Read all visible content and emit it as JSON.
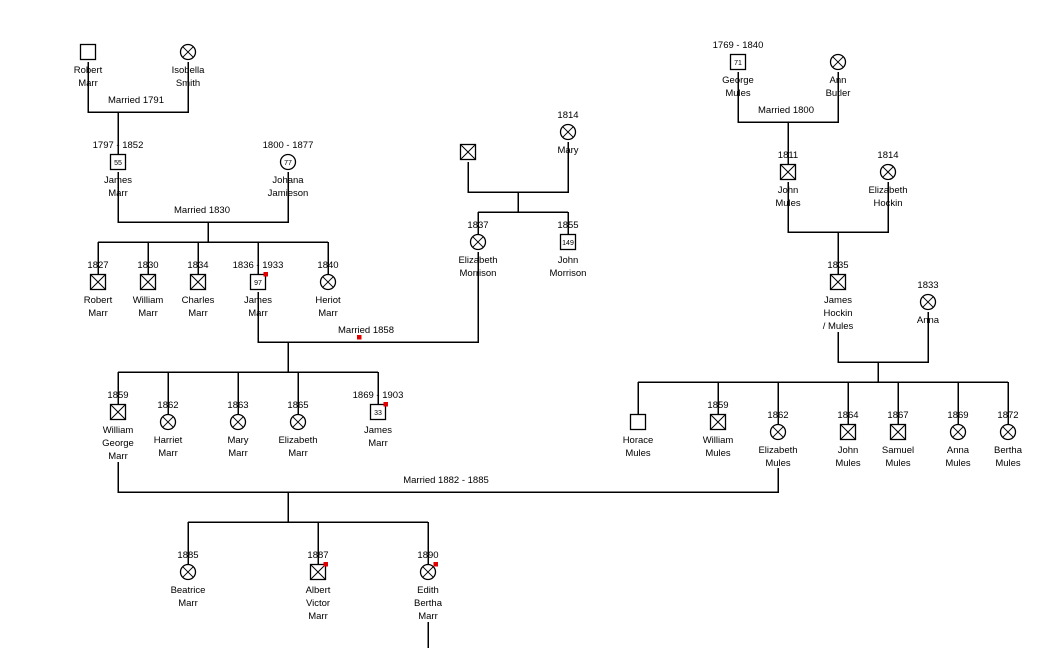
{
  "people": [
    {
      "key": "robert_sr",
      "sex": "male",
      "deceased": false,
      "years": "",
      "name": [
        "Robert",
        "Marr"
      ]
    },
    {
      "key": "isobella",
      "sex": "female",
      "deceased": true,
      "years": "",
      "name": [
        "Isobella",
        "Smith"
      ]
    },
    {
      "key": "james_sr",
      "sex": "male",
      "deceased": true,
      "years": "1797 - 1852",
      "age": "55",
      "name": [
        "James",
        "Marr"
      ]
    },
    {
      "key": "johana",
      "sex": "female",
      "deceased": true,
      "years": "1800 - 1877",
      "age": "77",
      "name": [
        "Johana",
        "Jamieson"
      ]
    },
    {
      "key": "robert_jr",
      "sex": "male",
      "deceased": true,
      "years": "1827",
      "name": [
        "Robert",
        "Marr"
      ]
    },
    {
      "key": "william_1830",
      "sex": "male",
      "deceased": true,
      "years": "1830",
      "name": [
        "William",
        "Marr"
      ]
    },
    {
      "key": "charles",
      "sex": "male",
      "deceased": true,
      "years": "1834",
      "name": [
        "Charles",
        "Marr"
      ]
    },
    {
      "key": "james_jr",
      "sex": "male",
      "deceased": true,
      "years": "1836 - 1933",
      "age": "97",
      "flag": true,
      "name": [
        "James",
        "Marr"
      ]
    },
    {
      "key": "heriot",
      "sex": "female",
      "deceased": true,
      "years": "1840",
      "name": [
        "Heriot",
        "Marr"
      ]
    },
    {
      "key": "morrison_father",
      "sex": "male",
      "deceased": true,
      "years": "",
      "name": []
    },
    {
      "key": "mary_1814",
      "sex": "female",
      "deceased": true,
      "years": "1814",
      "name": [
        "Mary"
      ]
    },
    {
      "key": "elizabeth_morrison",
      "sex": "female",
      "deceased": true,
      "years": "1837",
      "name": [
        "Elizabeth",
        "Morrison"
      ]
    },
    {
      "key": "john_morrison",
      "sex": "male",
      "deceased": true,
      "years": "1855",
      "age": "149",
      "name": [
        "John",
        "Morrison"
      ]
    },
    {
      "key": "william_george",
      "sex": "male",
      "deceased": true,
      "years": "1859",
      "name": [
        "William",
        "George",
        "Marr"
      ]
    },
    {
      "key": "harriet",
      "sex": "female",
      "deceased": true,
      "years": "1862",
      "name": [
        "Harriet",
        "Marr"
      ]
    },
    {
      "key": "mary_1863",
      "sex": "female",
      "deceased": true,
      "years": "1863",
      "name": [
        "Mary",
        "Marr"
      ]
    },
    {
      "key": "elizabeth_1865",
      "sex": "female",
      "deceased": true,
      "years": "1865",
      "name": [
        "Elizabeth",
        "Marr"
      ]
    },
    {
      "key": "james_1869",
      "sex": "male",
      "deceased": true,
      "years": "1869 - 1903",
      "age": "33",
      "flag": true,
      "name": [
        "James",
        "Marr"
      ]
    },
    {
      "key": "beatrice",
      "sex": "female",
      "deceased": true,
      "years": "1885",
      "name": [
        "Beatrice",
        "Marr"
      ]
    },
    {
      "key": "albert",
      "sex": "male",
      "deceased": true,
      "years": "1887",
      "flag": true,
      "name": [
        "Albert",
        "Victor",
        "Marr"
      ]
    },
    {
      "key": "edith",
      "sex": "female",
      "deceased": true,
      "years": "1890",
      "flag": true,
      "name": [
        "Edith",
        "Bertha",
        "Marr"
      ]
    },
    {
      "key": "george_mules",
      "sex": "male",
      "deceased": true,
      "years": "1769 - 1840",
      "age": "71",
      "name": [
        "George",
        "Mules"
      ]
    },
    {
      "key": "ann_butler",
      "sex": "female",
      "deceased": true,
      "years": "",
      "name": [
        "Ann",
        "Butler"
      ]
    },
    {
      "key": "john_mules_1811",
      "sex": "male",
      "deceased": true,
      "years": "1811",
      "name": [
        "John",
        "Mules"
      ]
    },
    {
      "key": "elizabeth_hockin",
      "sex": "female",
      "deceased": true,
      "years": "1814",
      "name": [
        "Elizabeth",
        "Hockin"
      ]
    },
    {
      "key": "james_hockin",
      "sex": "male",
      "deceased": true,
      "years": "1835",
      "name": [
        "James",
        "Hockin",
        "/ Mules"
      ]
    },
    {
      "key": "anna_1833",
      "sex": "female",
      "deceased": true,
      "years": "1833",
      "name": [
        "Anna"
      ]
    },
    {
      "key": "horace",
      "sex": "male",
      "deceased": false,
      "years": "",
      "name": [
        "Horace",
        "Mules"
      ]
    },
    {
      "key": "william_mules",
      "sex": "male",
      "deceased": true,
      "years": "1859",
      "name": [
        "William",
        "Mules"
      ]
    },
    {
      "key": "elizabeth_mules",
      "sex": "female",
      "deceased": true,
      "years": "1862",
      "name": [
        "Elizabeth",
        "Mules"
      ]
    },
    {
      "key": "john_mules_1864",
      "sex": "male",
      "deceased": true,
      "years": "1864",
      "name": [
        "John",
        "Mules"
      ]
    },
    {
      "key": "samuel",
      "sex": "male",
      "deceased": true,
      "years": "1867",
      "name": [
        "Samuel",
        "Mules"
      ]
    },
    {
      "key": "anna_mules",
      "sex": "female",
      "deceased": true,
      "years": "1869",
      "name": [
        "Anna",
        "Mules"
      ]
    },
    {
      "key": "bertha",
      "sex": "female",
      "deceased": true,
      "years": "1872",
      "name": [
        "Bertha",
        "Mules"
      ]
    }
  ],
  "marriages": [
    {
      "key": "m1791",
      "label": "Married 1791"
    },
    {
      "key": "m1830",
      "label": "Married 1830"
    },
    {
      "key": "m1858",
      "label": "Married 1858"
    },
    {
      "key": "m1800",
      "label": "Married 1800"
    },
    {
      "key": "m1882",
      "label": "Married 1882 - 1885"
    }
  ]
}
